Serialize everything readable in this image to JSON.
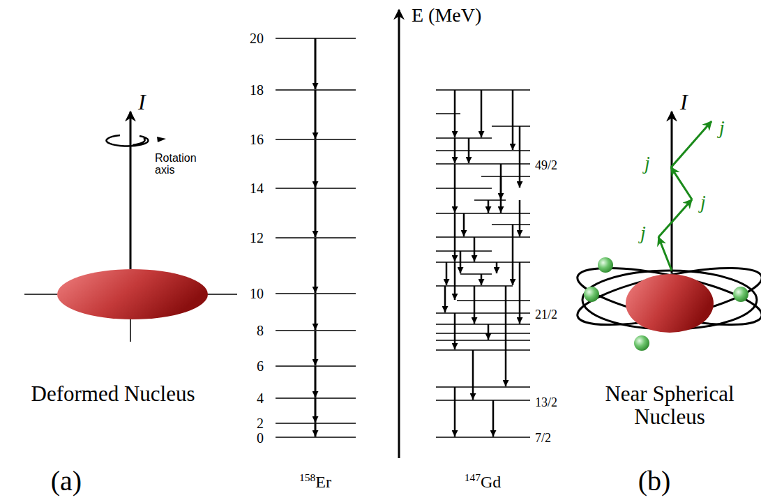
{
  "diagram": {
    "labels": [
      "E (MeV)",
      "20",
      "18",
      "16",
      "14",
      "12",
      "10",
      "8",
      "6",
      "4",
      "2",
      "0",
      "I",
      "Rotation axis",
      "Deformed Nucleus",
      "(a)",
      "158Er",
      "147Gd",
      "49/2",
      "21/2",
      "13/2",
      "7/2",
      "I",
      "j",
      "j",
      "j",
      "j",
      "Near Spherical Nucleus",
      "(b)"
    ]
  }
}
